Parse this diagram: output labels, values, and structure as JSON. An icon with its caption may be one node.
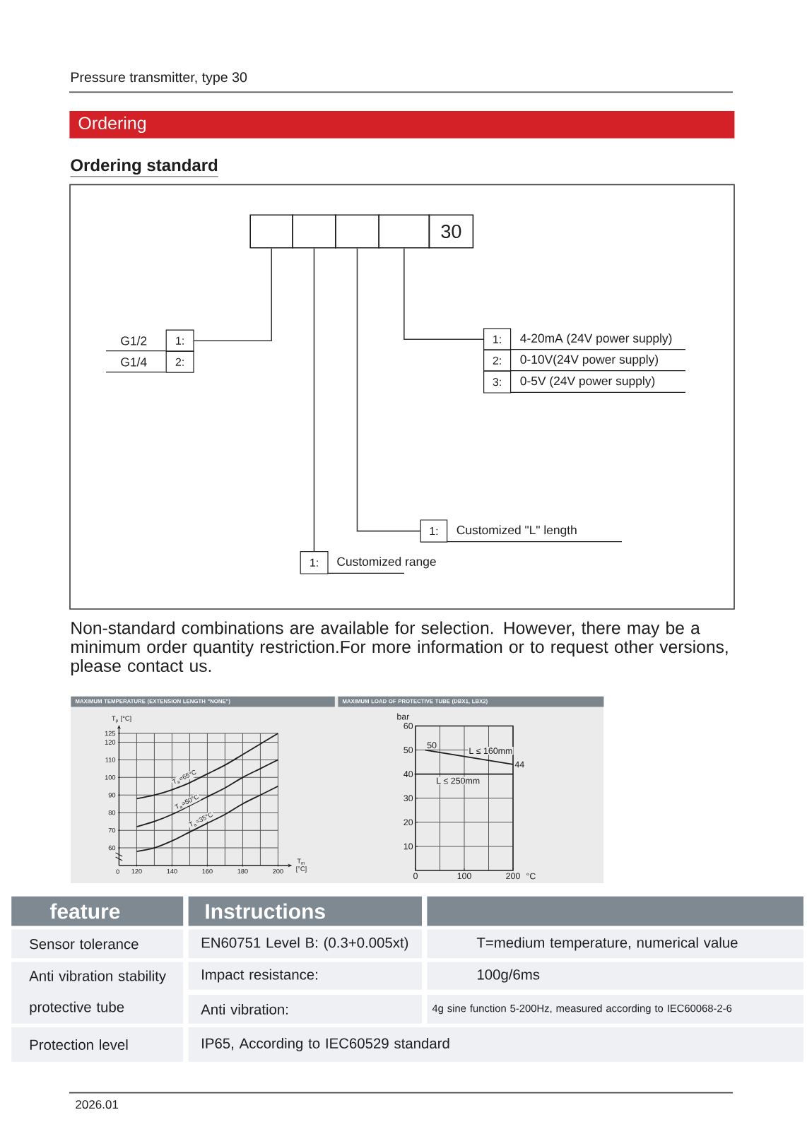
{
  "diagram": {
    "nodes": [
      {
        "text": [
          "Ordering"
        ]
      },
      {
        "text": [],
        "shape": "box"
      },
      {
        "text": [],
        "shape": "box"
      },
      {
        "text": [],
        "shape": "box"
      },
      {
        "text": [],
        "shape": "box"
      },
      {
        "text": [
          "30"
        ]
      },
      {
        "text": [
          "1:"
        ],
        "beside": [
          "G1/2"
        ]
      },
      {
        "text": [
          "2:"
        ],
        "beside": [
          "G1/4"
        ]
      },
      {
        "text": [
          "1:"
        ],
        "beside": [
          "4-20mA (24V power supply)"
        ]
      },
      {
        "text": [
          "2:"
        ],
        "beside": [
          "0-10V(24V power supply)"
        ]
      },
      {
        "text": [
          "3:"
        ],
        "beside": [
          "0-5V (24V power supply)"
        ]
      },
      {
        "text": [
          "1:"
        ],
        "beside": [
          "Customized \"L\" length"
        ]
      },
      {
        "text": [
          "1:"
        ],
        "beside": [
          "Customized range"
        ]
      }
    ],
    "edges": [
      {
        "from": 1,
        "to": 6,
        "arrow": "none"
      },
      {
        "from": 4,
        "to": 8,
        "arrow": "none"
      },
      {
        "from": 3,
        "to": 11,
        "arrow": "none"
      },
      {
        "from": 2,
        "to": 12,
        "arrow": "none"
      }
    ],
    "labels": [
      "Pressure transmitter, type 30",
      "Ordering standard",
      "Non-standard combinations are available for selection. However, there may be a minimum order quantity restriction.For more information or to request other versions, please contact us.",
      "0",
      "feature",
      "Instructions",
      "Sensor tolerance",
      "EN60751 Level B: (0.3+0.005xt)",
      "T=medium temperature, numerical value",
      "Anti vibration stability protective tube",
      "Impact resistance:",
      "100g/6ms",
      "Anti vibration:",
      "4g sine function 5-200Hz, measured according to IEC60068-2-6",
      "Protection level",
      "IP65, According to IEC60529 standard",
      "2026.01"
    ],
    "chart_data": [
      {
        "type": "line",
        "title": "MAXIMUM TEMPERATURE (EXTENSION LENGTH \"NONE\")",
        "xlabel": "T$_{m}$ [°C]",
        "ylabel": "T$_{p}$ [°C]",
        "x": [
          120,
          130,
          140,
          150,
          160,
          170,
          180,
          190,
          200
        ],
        "series": [
          {
            "name": "T$_{a}$=65°C",
            "values": [
              88,
              90,
              93,
              97,
              102,
              107,
              113,
              119,
              125
            ]
          },
          {
            "name": "T$_{a}$=50°C",
            "values": [
              72,
              75,
              79,
              84,
              89,
              94,
              100,
              105,
              110
            ]
          },
          {
            "name": "T$_{a}$=35°C",
            "values": [
              58,
              60,
              64,
              69,
              74,
              79,
              85,
              90,
              95
            ]
          }
        ],
        "xlim": [
          110,
          200
        ],
        "ylim": [
          50,
          125
        ],
        "xticks": [
          120,
          140,
          160,
          180,
          200
        ],
        "yticks": [
          60,
          70,
          80,
          90,
          100,
          110,
          120,
          125
        ],
        "grid": true
      },
      {
        "type": "line",
        "title": "MAXIMUM LOAD OF PROTECTIVE TUBE (DBX1, LBX2)",
        "xlabel": "°C",
        "ylabel": "bar",
        "x": [
          0,
          20,
          200
        ],
        "series": [
          {
            "name": "L ≤ 160mm",
            "values": [
              null,
              50,
              44
            ]
          },
          {
            "name": "L ≤ 250mm",
            "values": [
              40,
              40,
              40
            ]
          }
        ],
        "xlim": [
          0,
          200
        ],
        "ylim": [
          0,
          60
        ],
        "xticks": [
          0,
          100,
          200
        ],
        "yticks": [
          10,
          20,
          30,
          40,
          50,
          60
        ],
        "grid": true,
        "annotations": [
          {
            "x": 20,
            "y": 50,
            "text": "50"
          },
          {
            "x": 200,
            "y": 44,
            "text": "44"
          }
        ]
      }
    ]
  }
}
